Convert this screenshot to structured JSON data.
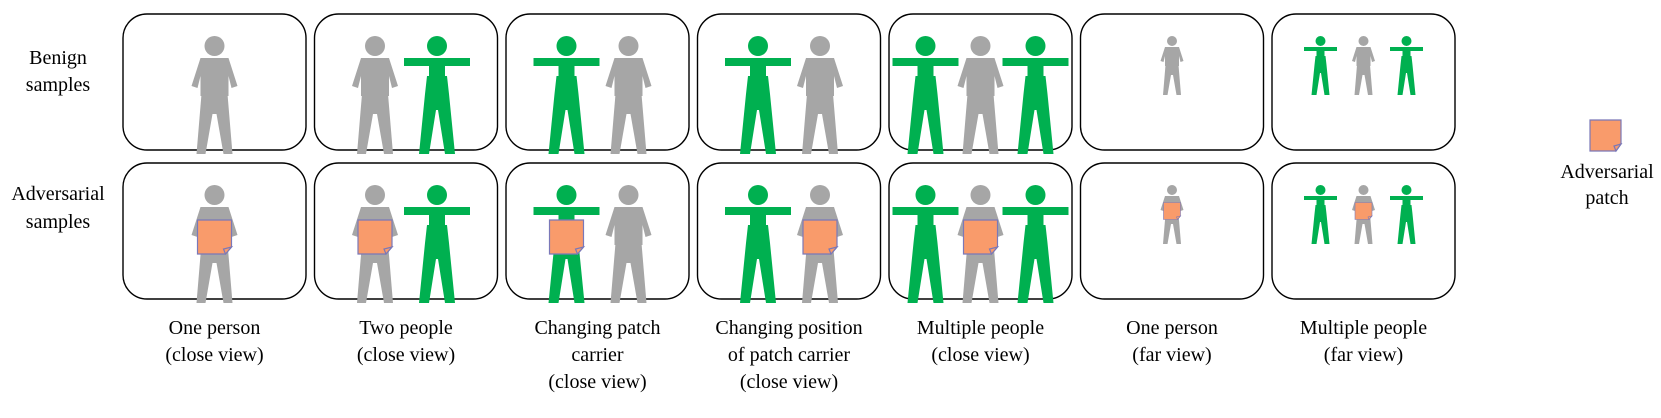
{
  "rows": [
    {
      "label_lines": [
        "Benign",
        "samples"
      ]
    },
    {
      "label_lines": [
        "Adversarial",
        "samples"
      ]
    }
  ],
  "columns": [
    {
      "caption_lines": [
        "One person",
        "(close view)"
      ],
      "figures": [
        "gray"
      ],
      "patched": [
        0
      ],
      "scale": "close"
    },
    {
      "caption_lines": [
        "Two people",
        "(close view)"
      ],
      "figures": [
        "gray",
        "green"
      ],
      "patched": [
        0
      ],
      "scale": "close"
    },
    {
      "caption_lines": [
        "Changing patch",
        "carrier",
        "(close view)"
      ],
      "figures": [
        "green",
        "gray"
      ],
      "patched": [
        0
      ],
      "scale": "close"
    },
    {
      "caption_lines": [
        "Changing position",
        "of patch carrier",
        "(close view)"
      ],
      "figures": [
        "green",
        "gray"
      ],
      "patched": [
        1
      ],
      "scale": "close"
    },
    {
      "caption_lines": [
        "Multiple people",
        "(close view)"
      ],
      "figures": [
        "green",
        "gray",
        "green"
      ],
      "patched": [
        1
      ],
      "scale": "close"
    },
    {
      "caption_lines": [
        "One person",
        "(far view)"
      ],
      "figures": [
        "gray"
      ],
      "patched": [
        0
      ],
      "scale": "far"
    },
    {
      "caption_lines": [
        "Multiple people",
        "(far view)"
      ],
      "figures": [
        "green",
        "gray",
        "green"
      ],
      "patched": [
        1
      ],
      "scale": "far"
    }
  ],
  "legend": {
    "label_lines": [
      "Adversarial",
      "patch"
    ]
  },
  "colors": {
    "gray": "#a6a6a6",
    "green": "#00b050",
    "patch": "#f99b6b",
    "patch_border": "#7a78b8",
    "frame": "#000000"
  }
}
